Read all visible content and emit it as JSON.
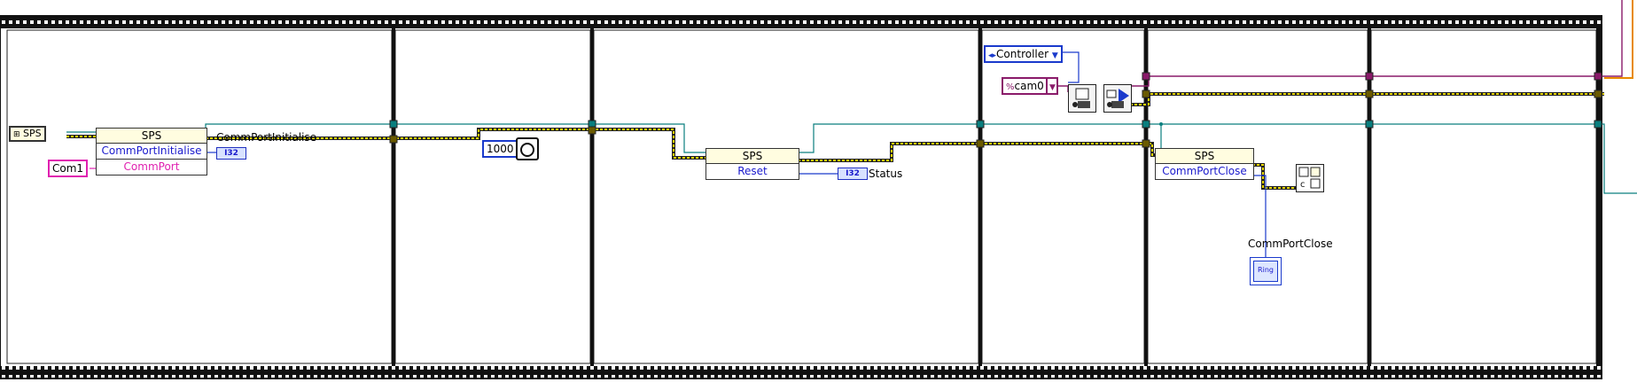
{
  "diagram": {
    "sps_ref_label": "SPS",
    "com_port_constant": "Com1",
    "nodes": {
      "init": {
        "class": "SPS",
        "method": "CommPortInitialise",
        "property": "CommPort"
      },
      "reset": {
        "class": "SPS",
        "method": "Reset"
      },
      "close": {
        "class": "SPS",
        "method": "CommPortClose"
      }
    },
    "wire_labels": {
      "init_output": "CommPortInitialise",
      "status": "Status",
      "close_indicator": "CommPortClose"
    },
    "wait_constant": "1000",
    "controller_ring": "Controller",
    "camera_constant": "cam0",
    "indicator_type": "I32",
    "ring_indicator_text": "Ring"
  }
}
